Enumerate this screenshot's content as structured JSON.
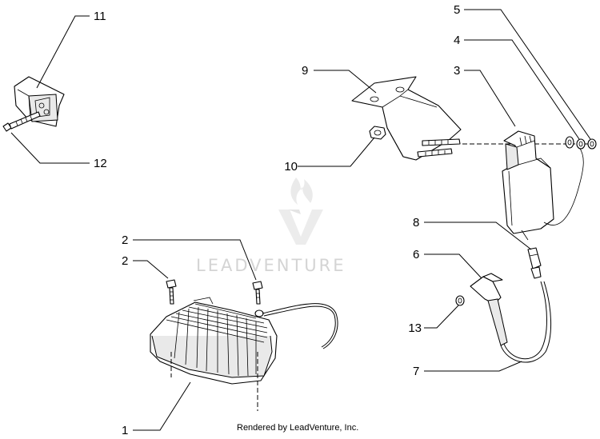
{
  "diagram": {
    "callouts": [
      "1",
      "2",
      "2",
      "3",
      "4",
      "5",
      "6",
      "7",
      "8",
      "9",
      "10",
      "11",
      "12",
      "13"
    ],
    "watermark_text": "LEADVENTURE",
    "footer_caption": "Rendered by LeadVenture, Inc."
  }
}
